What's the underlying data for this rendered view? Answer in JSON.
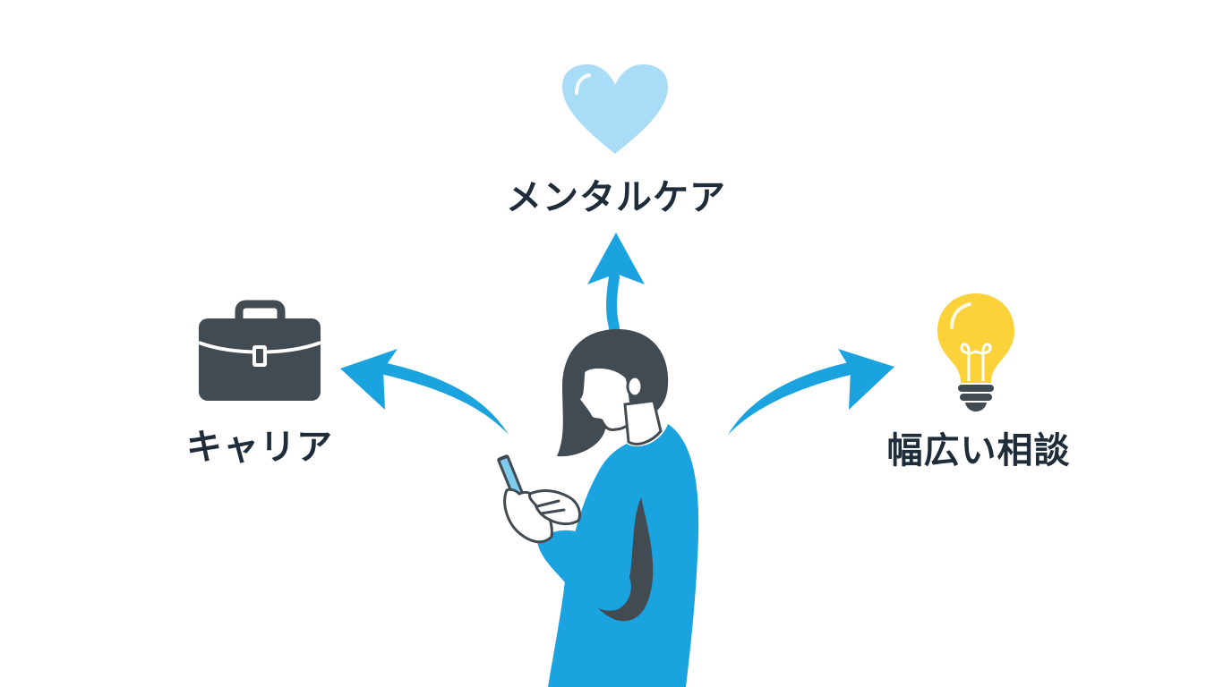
{
  "labels": {
    "mental_care": "メンタルケア",
    "career": "キャリア",
    "consultation": "幅広い相談"
  },
  "icons": {
    "mental_care": "heart-icon",
    "career": "briefcase-icon",
    "consultation": "lightbulb-icon"
  },
  "colors": {
    "text": "#1f2d3a",
    "arrow": "#1ba3e0",
    "person_body": "#1ba3e0",
    "hair": "#424a52",
    "heart": "#a9dcf6",
    "briefcase": "#424a52",
    "bulb": "#fcd23a",
    "bulb_base": "#424a52"
  }
}
